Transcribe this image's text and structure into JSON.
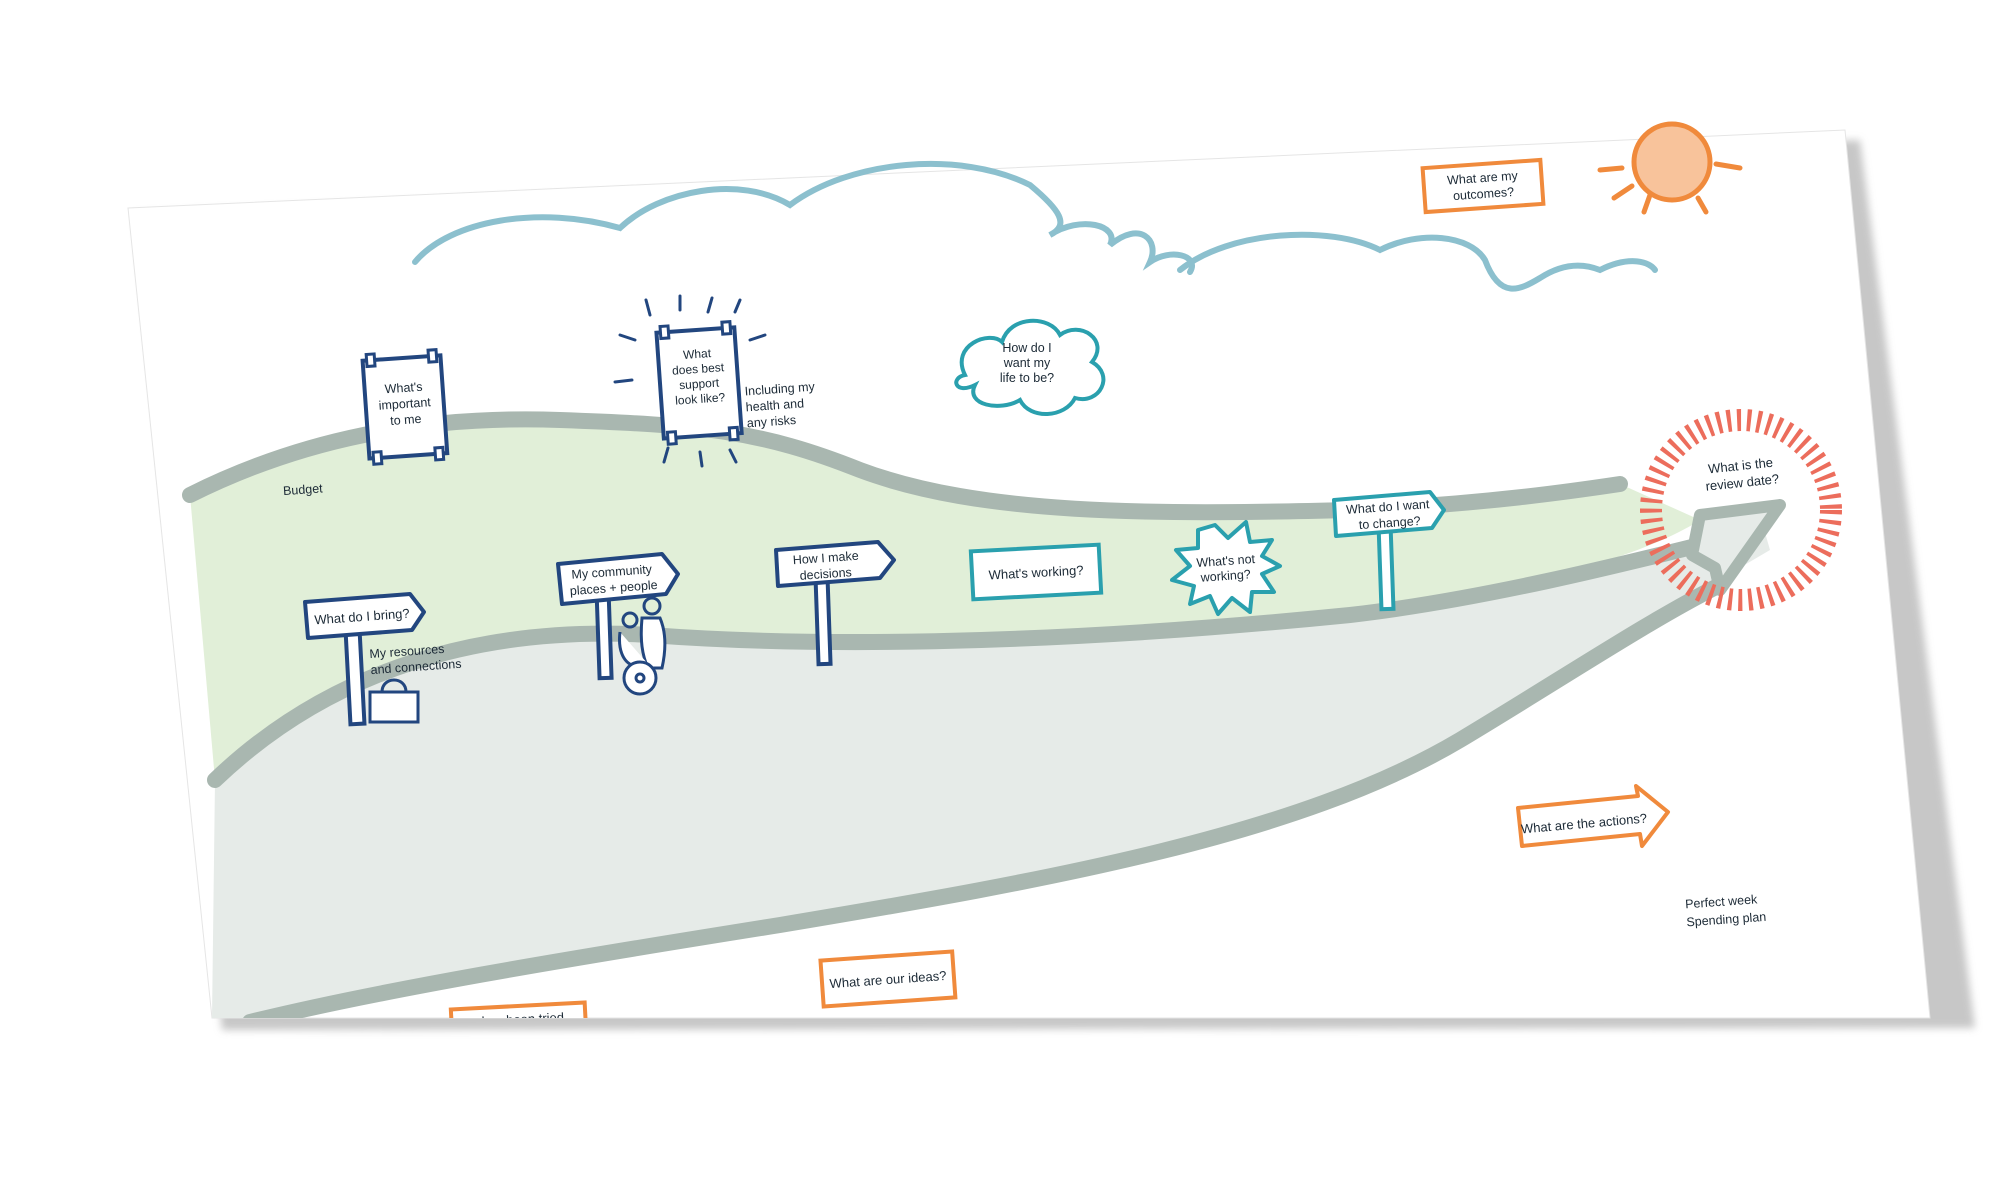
{
  "colors": {
    "navy": "#22467f",
    "teal": "#2aa0ae",
    "orange": "#f08a3c",
    "sun_fill": "#f8c39b",
    "review_ring": "#ec6d5c",
    "cloud": "#8cc0ce",
    "road_edge": "#a9b7b0",
    "road_fill": "#e6ebe8",
    "hill_fill": "#e1efd8",
    "text": "#1c2a36"
  },
  "labels": {
    "budget": "Budget",
    "important_l1": "What's",
    "important_l2": "important",
    "important_l3": "to me",
    "best_l1": "What",
    "best_l2": "does best",
    "best_l3": "support",
    "best_l4": "look like?",
    "health_l1": "Including my",
    "health_l2": "health and",
    "health_l3": "any risks",
    "life_l1": "How do I",
    "life_l2": "want my",
    "life_l3": "life to be?",
    "outcomes_l1": "What are my",
    "outcomes_l2": "outcomes?",
    "review_l1": "What is the",
    "review_l2": "review date?",
    "bring": "What do I bring?",
    "resources_l1": "My resources",
    "resources_l2": "and connections",
    "community_l1": "My community",
    "community_l2": "places + people",
    "decisions_l1": "How I make",
    "decisions_l2": "decisions",
    "working": "What's working?",
    "not_working_l1": "What's not",
    "not_working_l2": "working?",
    "change_l1": "What do I want",
    "change_l2": "to change?",
    "actions": "What are the actions?",
    "perfect_week": "Perfect week",
    "spending_plan": "Spending plan",
    "ideas": "What are our ideas?",
    "tried": "...has been tried"
  }
}
